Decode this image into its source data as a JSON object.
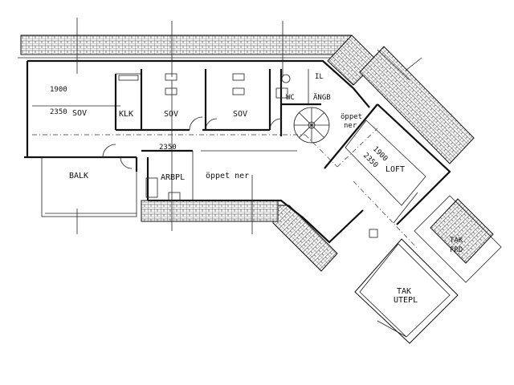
{
  "rooms": {
    "sov1": "SOV",
    "klk": "KLK",
    "sov2": "SOV",
    "sov3": "SOV",
    "wc": "WC",
    "il": "IL",
    "ange": "ÄNGB",
    "oppet_ner_stair_1": "öppet",
    "oppet_ner_stair_2": "ner",
    "loft": "LOFT",
    "balk": "BALK",
    "arbpl": "ARBPL",
    "oppet_ner_main": "öppet ner",
    "tak_frd_1": "TAK",
    "tak_frd_2": "FRD",
    "tak_utepl_1": "TAK",
    "tak_utepl_2": "UTEPL"
  },
  "dimensions": {
    "d1900_left": "1900",
    "d2350_left": "2350",
    "d2350_corr": "2350",
    "d1900_loft": "1900",
    "d2350_loft": "2350"
  }
}
